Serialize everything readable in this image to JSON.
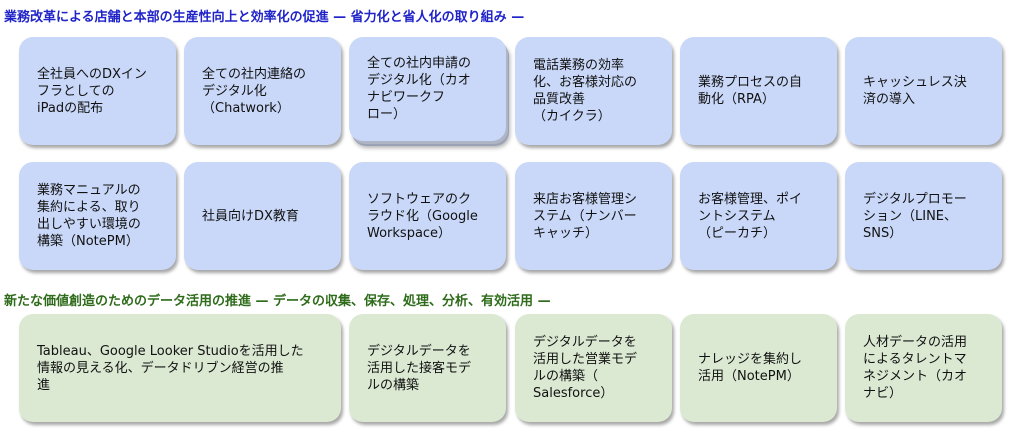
{
  "headings": {
    "section1": "業務改革による店舗と本部の生産性向上と効率化の促進 — 省力化と省人化の取り組み —",
    "section2": "新たな価値創造のためのデータ活用の推進 — データの収集、保存、処理、分析、有効活用 —"
  },
  "section1": {
    "row1": [
      "全社員へのDXイン\nフラとしての\niPadの配布",
      "全ての社内連絡の\nデジタル化\n（Chatwork）",
      "全ての社内申請の\nデジタル化（カオ\nナビワークフ\nロー）",
      "電話業務の効率\n化、お客様対応の\n品質改善\n（カイクラ）",
      "業務プロセスの自\n動化（RPA）",
      "キャッシュレス決\n済の導入"
    ],
    "row2": [
      "業務マニュアルの\n集約による、取り\n出しやすい環境の\n構築（NotePM）",
      "社員向けDX教育",
      "ソフトウェアのク\nラウド化（Google\nWorkspace）",
      "来店お客様管理シ\nステム（ナンバー\nキャッチ）",
      "お客様管理、ポイ\nントシステム\n（ピーカチ）",
      "デジタルプロモー\nション（LINE、\nSNS）"
    ]
  },
  "section2": {
    "items": [
      "Tableau、Google Looker Studioを活用した\n情報の見える化、データドリブン経営の推\n進",
      "デジタルデータを\n活用した接客モデ\nルの構築",
      "デジタルデータを\n活用した営業モデ\nルの構築（\nSalesforce）",
      "ナレッジを集約し\n活用（NotePM）",
      "人材データの活用\nによるタレントマ\nネジメント（カオ\nナビ）"
    ]
  },
  "colors": {
    "heading1": "#1f23c8",
    "heading2": "#2e6b1a",
    "blue_card": "#c9d8f8",
    "green_card": "#dbe9d3"
  }
}
